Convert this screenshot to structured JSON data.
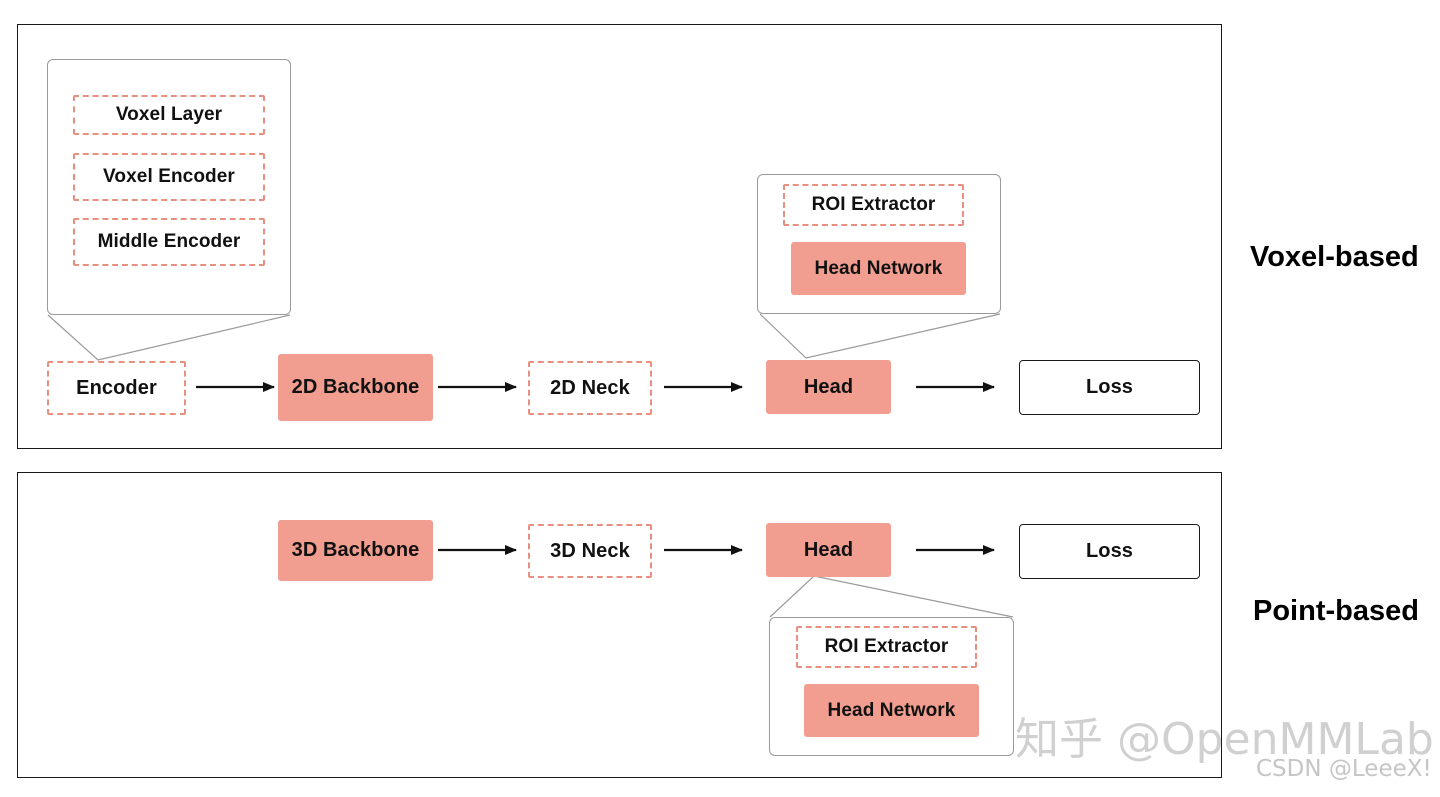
{
  "voxel": {
    "label": "Voxel-based",
    "encoder_parts": [
      "Voxel Layer",
      "Voxel Encoder",
      "Middle Encoder"
    ],
    "pipeline": [
      "Encoder",
      "2D Backbone",
      "2D Neck",
      "Head",
      "Loss"
    ],
    "head_parts": [
      "ROI Extractor",
      "Head Network"
    ]
  },
  "point": {
    "label": "Point-based",
    "pipeline": [
      "3D Backbone",
      "3D Neck",
      "Head",
      "Loss"
    ],
    "head_parts": [
      "ROI Extractor",
      "Head Network"
    ]
  },
  "styles": {
    "fill": "#f19e90",
    "dash": "#e8907f"
  },
  "watermark": {
    "main": "知乎 @OpenMMLab",
    "sub": "CSDN @LeeeX!"
  }
}
